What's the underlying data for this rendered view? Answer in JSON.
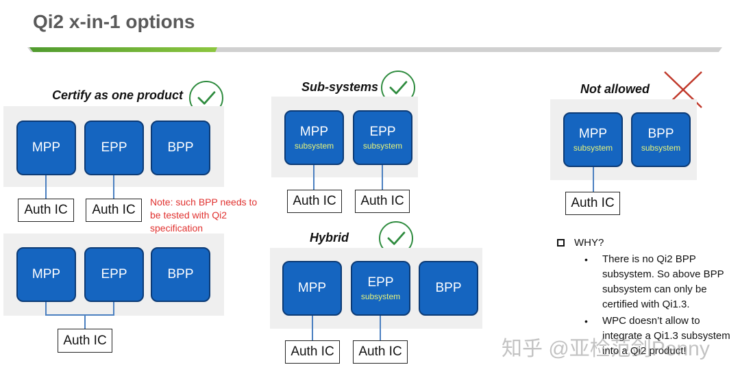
{
  "title": "Qi2 x-in-1 options",
  "colors": {
    "chip": "#1565c0",
    "panel": "#efefef",
    "check": "#2e8b3e",
    "cross": "#c0392b",
    "note": "#e0302e",
    "sub_label": "#e8f57a",
    "accent": "#7bbf3a"
  },
  "certify": {
    "heading": "Certify as one product",
    "top": {
      "chips": [
        "MPP",
        "EPP",
        "BPP"
      ],
      "auth": [
        "Auth IC",
        "Auth IC"
      ]
    },
    "bottom": {
      "chips": [
        "MPP",
        "EPP",
        "BPP"
      ],
      "auth": "Auth IC"
    },
    "note": "Note: such BPP needs to be tested with Qi2 specification"
  },
  "subsystems": {
    "heading": "Sub-systems",
    "chips": [
      {
        "name": "MPP",
        "sub": "subsystem"
      },
      {
        "name": "EPP",
        "sub": "subsystem"
      }
    ],
    "auth": [
      "Auth IC",
      "Auth IC"
    ]
  },
  "hybrid": {
    "heading": "Hybrid",
    "chips": [
      {
        "name": "MPP",
        "sub": ""
      },
      {
        "name": "EPP",
        "sub": "subsystem"
      },
      {
        "name": "BPP",
        "sub": ""
      }
    ],
    "auth": [
      "Auth IC",
      "Auth IC"
    ]
  },
  "not_allowed": {
    "heading": "Not allowed",
    "chips": [
      {
        "name": "MPP",
        "sub": "subsystem"
      },
      {
        "name": "BPP",
        "sub": "subsystem"
      }
    ],
    "auth": "Auth IC"
  },
  "why": {
    "label": "WHY?",
    "bullets": [
      "There is no Qi2 BPP subsystem. So above BPP subsystem can only be certified with Qi1.3.",
      "WPC doesn’t allow to integrate a Qi1.3 subsystem into a Qi2 product!"
    ]
  },
  "watermark": "知乎 @亚检范剑Penny"
}
